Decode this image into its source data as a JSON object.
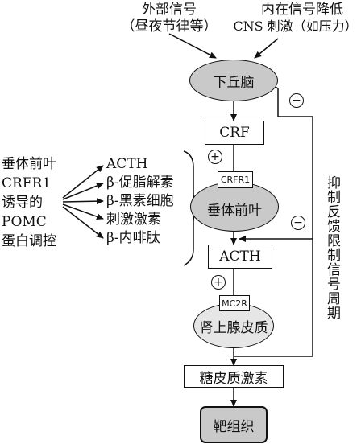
{
  "inputs": {
    "external": {
      "line1": "外部信号",
      "line2": "（昼夜节律等）"
    },
    "internal": {
      "line1": "内在信号降低",
      "line2": "CNS 刺激（如压力）"
    }
  },
  "nodes": {
    "hypothalamus": "下丘脑",
    "crf": "CRF",
    "crfr1": "CRFR1",
    "pituitary": "垂体前叶",
    "acth": "ACTH",
    "mc2r": "MC2R",
    "adrenal": "肾上腺皮质",
    "glucocorticoid": "糖皮质激素",
    "target": "靶组织"
  },
  "signs": {
    "plus": "+",
    "minus": "−"
  },
  "left_label": [
    "垂体前叶",
    "CRFR1",
    "诱导的",
    "POMC",
    "蛋白调控"
  ],
  "pomc_products": [
    "ACTH",
    "β-促脂解素",
    "β-黑素细胞",
    "刺激激素",
    "β-内啡肽"
  ],
  "feedback_label": "抑制反馈限制信号周期",
  "colors": {
    "ellipse_fill": "#c9c9c9",
    "adrenal_fill": "#e6e6e6",
    "line": "#111111"
  }
}
